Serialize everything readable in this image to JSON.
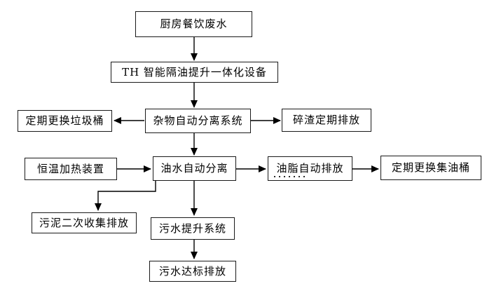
{
  "diagram": {
    "type": "flowchart",
    "language": "zh-CN",
    "colors": {
      "background": "#ffffff",
      "box_border": "#1a1a1a",
      "arrow": "#000000",
      "text": "#000000"
    },
    "nodes": {
      "kitchen": {
        "label": "厨房餐饮废水"
      },
      "device": {
        "label": "TH 智能隔油提升一体化设备"
      },
      "trash": {
        "label": "定期更换垃圾桶"
      },
      "debris": {
        "label": "杂物自动分离系统"
      },
      "residue": {
        "label": "碎渣定期排放"
      },
      "heater": {
        "label": "恒温加热装置"
      },
      "oilwater": {
        "label": "油水自动分离"
      },
      "grease": {
        "label": "油脂自动排放"
      },
      "oildrum": {
        "label": "定期更换集油桶"
      },
      "sludge": {
        "label": "污泥二次收集排放"
      },
      "lift": {
        "label": "污水提升系统"
      },
      "discharge": {
        "label": "污水达标排放"
      }
    },
    "edges": [
      {
        "from": "kitchen",
        "to": "device"
      },
      {
        "from": "device",
        "to": "debris"
      },
      {
        "from": "debris",
        "to": "trash"
      },
      {
        "from": "debris",
        "to": "residue"
      },
      {
        "from": "debris",
        "to": "oilwater"
      },
      {
        "from": "heater",
        "to": "oilwater"
      },
      {
        "from": "oilwater",
        "to": "grease"
      },
      {
        "from": "grease",
        "to": "oildrum"
      },
      {
        "from": "oilwater",
        "to": "sludge"
      },
      {
        "from": "oilwater",
        "to": "lift"
      },
      {
        "from": "lift",
        "to": "discharge"
      }
    ]
  }
}
